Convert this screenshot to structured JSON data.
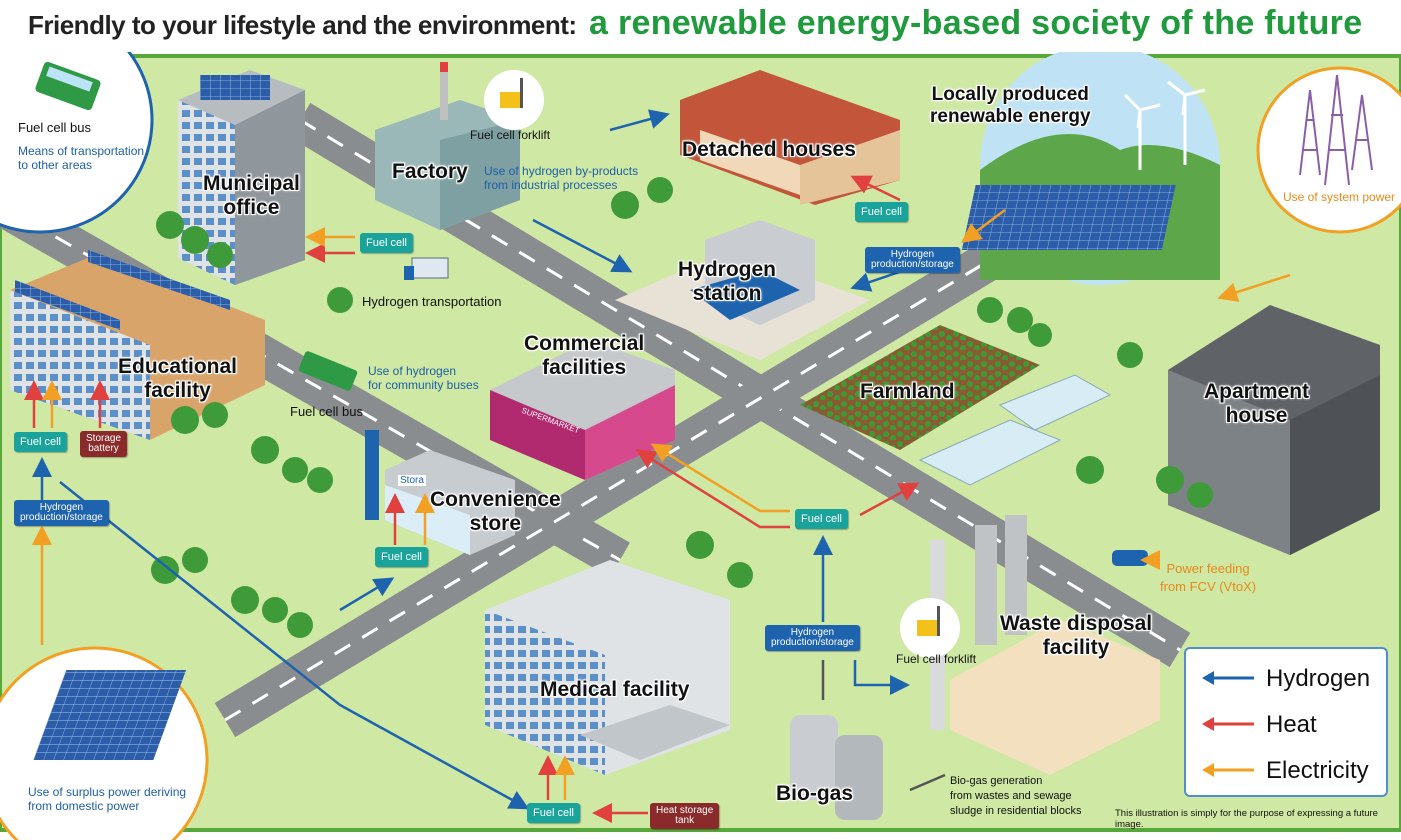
{
  "title": {
    "prefix": "Friendly to your lifestyle and the environment:",
    "main": "a renewable energy-based society of the future"
  },
  "labels": {
    "fuel_cell_bus_top": "Fuel cell bus",
    "means_transport": "Means of transportation\nto other areas",
    "municipal_office": "Municipal\noffice",
    "factory": "Factory",
    "fuel_cell_forklift_top": "Fuel cell forklift",
    "hydrogen_byproducts": "Use of hydrogen by-products\nfrom industrial processes",
    "detached_houses": "Detached houses",
    "local_renewable": "Locally produced\nrenewable energy",
    "system_power": "Use of system power",
    "hydrogen_station": "Hydrogen\nstation",
    "hydrogen_transportation": "Hydrogen transportation",
    "educational_facility": "Educational\nfacility",
    "commercial_facilities": "Commercial\nfacilities",
    "community_buses": "Use of hydrogen\nfor community buses",
    "fuel_cell_bus_mid": "Fuel cell bus",
    "farmland": "Farmland",
    "apartment_house": "Apartment\nhouse",
    "convenience_store": "Convenience\nstore",
    "store_sign": "Stora",
    "supermarket_sign": "SUPERMARKET",
    "power_feeding": "Power feeding\nfrom FCV (VtoX)",
    "waste_disposal": "Waste disposal\nfacility",
    "fuel_cell_forklift_bottom": "Fuel cell forklift",
    "medical_facility": "Medical facility",
    "bio_gas": "Bio-gas",
    "bio_gas_generation": "Bio-gas generation\nfrom wastes and sewage\nsludge in residential blocks",
    "surplus_power": "Use of surplus power deriving\nfrom domestic power"
  },
  "badges": {
    "fuel_cell": "Fuel cell",
    "hydrogen_storage": "Hydrogen\nproduction/storage",
    "storage_battery": "Storage\nbattery",
    "heat_storage_tank": "Heat storage\ntank"
  },
  "legend": {
    "hydrogen": "Hydrogen",
    "heat": "Heat",
    "electricity": "Electricity"
  },
  "note": "This illustration is simply for the purpose of expressing a future image.",
  "colors": {
    "hydrogen": "#1e63ae",
    "heat": "#e0403e",
    "electricity": "#f2a023",
    "title_green": "#1f9a3c",
    "ground": "#cfe8a4",
    "road": "#8a8d90"
  }
}
